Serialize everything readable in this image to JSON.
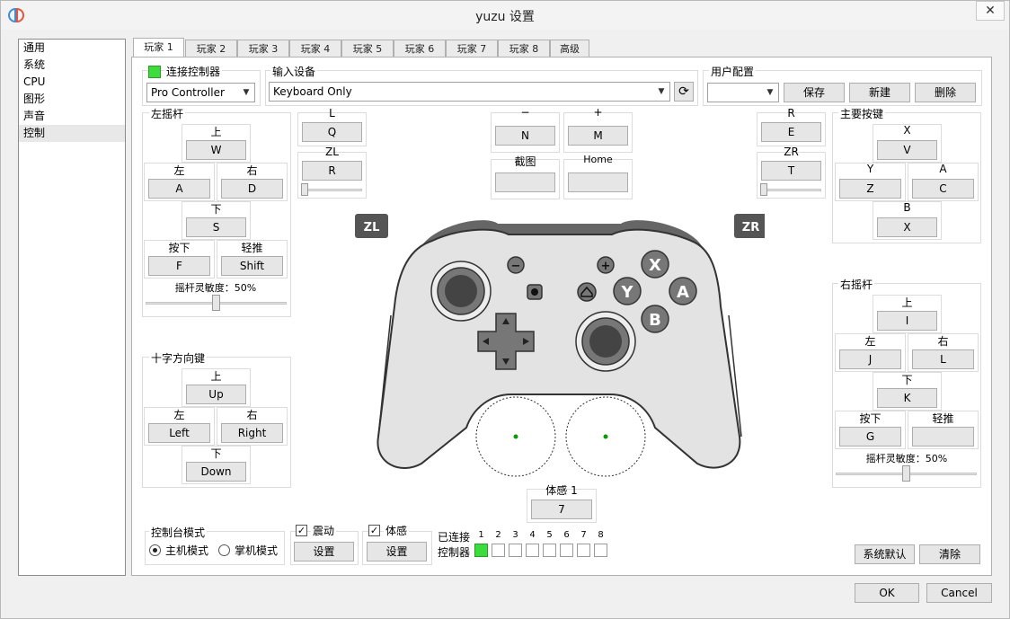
{
  "window": {
    "title": "yuzu 设置",
    "close": "✕"
  },
  "sidebar": {
    "items": [
      "通用",
      "系统",
      "CPU",
      "图形",
      "声音",
      "控制"
    ],
    "selected": "控制"
  },
  "tabs": [
    "玩家 1",
    "玩家 2",
    "玩家 3",
    "玩家 4",
    "玩家 5",
    "玩家 6",
    "玩家 7",
    "玩家 8",
    "高级"
  ],
  "connect": {
    "label": "连接控制器",
    "controller_type": "Pro Controller",
    "indicator_color": "#3ddc3d"
  },
  "input_device": {
    "label": "输入设备",
    "value": "Keyboard Only",
    "refresh_icon": "refresh-icon"
  },
  "profile": {
    "label": "用户配置",
    "value": "",
    "save": "保存",
    "new": "新建",
    "delete": "删除"
  },
  "left_stick": {
    "title": "左摇杆",
    "up_label": "上",
    "up": "W",
    "left_label": "左",
    "left": "A",
    "right_label": "右",
    "right": "D",
    "down_label": "下",
    "down": "S",
    "press_label": "按下",
    "press": "F",
    "modifier_label": "轻推",
    "modifier": "Shift",
    "sensitivity": "摇杆灵敏度：50%",
    "sensitivity_value": 50
  },
  "shoulder_left": {
    "l_label": "L",
    "l": "Q",
    "zl_label": "ZL",
    "zl": "R",
    "zl_threshold_value": 0
  },
  "center": {
    "minus_label": "−",
    "minus": "N",
    "plus_label": "+",
    "plus": "M",
    "screenshot_label": "截图",
    "screenshot": "",
    "home_label": "Home",
    "home": ""
  },
  "shoulder_right": {
    "r_label": "R",
    "r": "E",
    "zr_label": "ZR",
    "zr": "T",
    "zr_threshold_value": 0
  },
  "face": {
    "title": "主要按键",
    "x_label": "X",
    "x": "V",
    "y_label": "Y",
    "y": "Z",
    "a_label": "A",
    "a": "C",
    "b_label": "B",
    "b": "X"
  },
  "dpad": {
    "title": "十字方向键",
    "up_label": "上",
    "up": "Up",
    "left_label": "左",
    "left": "Left",
    "right_label": "右",
    "right": "Right",
    "down_label": "下",
    "down": "Down"
  },
  "right_stick": {
    "title": "右摇杆",
    "up_label": "上",
    "up": "I",
    "left_label": "左",
    "left": "J",
    "right_label": "右",
    "right": "L",
    "down_label": "下",
    "down": "K",
    "press_label": "按下",
    "press": "G",
    "modifier_label": "轻推",
    "modifier": "",
    "sensitivity": "摇杆灵敏度：50%",
    "sensitivity_value": 50
  },
  "controller_image": {
    "zl": "ZL",
    "zr": "ZR",
    "x": "X",
    "y": "Y",
    "a": "A",
    "b": "B",
    "minus": "−",
    "plus": "+"
  },
  "motion": {
    "label": "体感 1",
    "value": "7"
  },
  "console_mode": {
    "title": "控制台模式",
    "docked": "主机模式",
    "handheld": "掌机模式",
    "selected": "docked"
  },
  "vibration": {
    "label": "震动",
    "checked": true,
    "button": "设置"
  },
  "motion_group": {
    "label": "体感",
    "checked": true,
    "button": "设置"
  },
  "connected": {
    "label": "已连接",
    "row_label": "控制器",
    "numbers": [
      "1",
      "2",
      "3",
      "4",
      "5",
      "6",
      "7",
      "8"
    ],
    "states": [
      true,
      false,
      false,
      false,
      false,
      false,
      false,
      false
    ]
  },
  "bottom_buttons": {
    "defaults": "系统默认",
    "clear": "清除"
  },
  "dialog": {
    "ok": "OK",
    "cancel": "Cancel"
  }
}
